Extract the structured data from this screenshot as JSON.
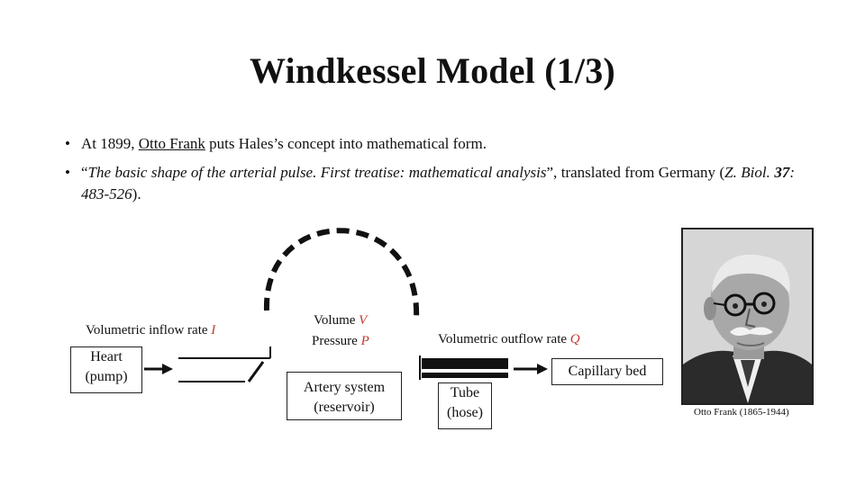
{
  "slide": {
    "title": "Windkessel Model (1/3)",
    "bullet1": {
      "pre": "At 1899, ",
      "name": "Otto Frank",
      "post": " puts Hales’s concept into mathematical form."
    },
    "bullet2": {
      "open_quote": "“",
      "quote": "The basic shape of the arterial pulse. First treatise: mathematical analysis",
      "after_quote": "”, translated from Germany (",
      "journal": "Z. Biol.",
      "space": " ",
      "volume": "37",
      "pages": ": 483-526",
      "close": ")."
    }
  },
  "diagram": {
    "inflow_label": "Volumetric inflow rate ",
    "inflow_var": "I",
    "heart_line1": "Heart",
    "heart_line2": "(pump)",
    "volume_label": "Volume ",
    "volume_var": "V",
    "pressure_label": "Pressure ",
    "pressure_var": "P",
    "artery_line1": "Artery system",
    "artery_line2": "(reservoir)",
    "outflow_label": "Volumetric outflow rate ",
    "outflow_var": "Q",
    "tube_line1": "Tube",
    "tube_line2": "(hose)",
    "capillary_label": "Capillary bed",
    "colors": {
      "variable": "#c0392b"
    }
  },
  "portrait": {
    "caption": "Otto Frank (1865-1944)"
  }
}
